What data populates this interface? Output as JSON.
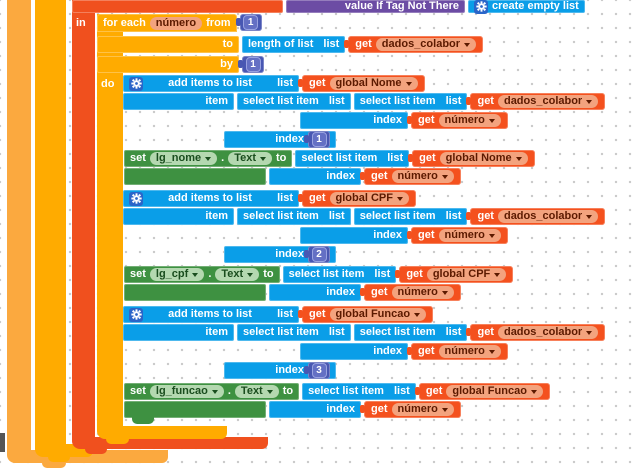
{
  "workspace": {
    "labels": {
      "value_if_tag_not_there": "value If Tag Not There",
      "create_empty_list": "create empty list",
      "in": "in",
      "for_each": "for each",
      "from": "from",
      "to": "to",
      "by": "by",
      "do": "do",
      "length_of_list": "length of list",
      "list": "list",
      "add_items_to_list": "add items to list",
      "item": "item",
      "index": "index",
      "select_list_item": "select list item",
      "get": "get",
      "set": "set",
      "dot": ".",
      "to2": "to"
    },
    "variables": {
      "loop_var": "número",
      "dados": "dados_colabor",
      "global_nome": "global Nome",
      "global_cpf": "global CPF",
      "global_funcao": "global Funcao",
      "lg_nome": "lg_nome",
      "lg_cpf": "lg_cpf",
      "lg_funcao": "lg_funcao",
      "text_property": "Text"
    },
    "numbers": {
      "one": "1",
      "two": "2",
      "three": "3"
    },
    "colors": {
      "amber": "#FFAB00",
      "light_orange": "#FBA93F",
      "red": "#F0501E",
      "get_red": "#F4511E",
      "cyan": "#0A9EE8",
      "green": "#3E9141",
      "purple": "#6C4CA4",
      "math_blue": "#4857B2",
      "math_inner": "#6470C4",
      "math_border": "#99A2E0",
      "gear_blue": "#2A65C9",
      "badge_salmon_bg": "#F3A37E",
      "badge_salmon_text": "#5C1A00",
      "badge_green_bg": "#B4D8B0",
      "badge_green_text": "#1A4D1E",
      "dark_edge": "#555555"
    }
  }
}
